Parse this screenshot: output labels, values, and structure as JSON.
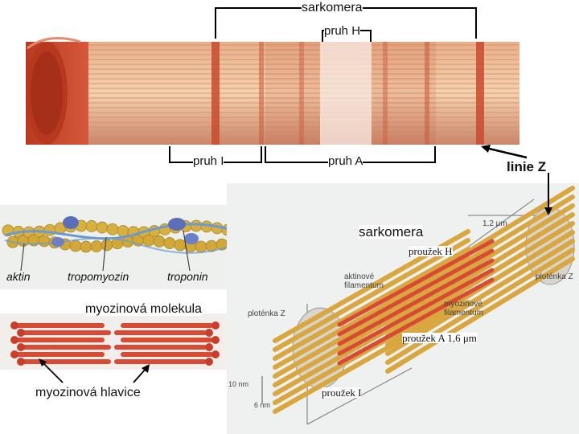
{
  "top_figure": {
    "sarcomere_label": "sarkomera",
    "h_band_label": "pruh H",
    "i_band_label": "pruh I",
    "a_band_label": "pruh A",
    "z_line_label": "linie Z"
  },
  "thin_filament": {
    "actin_label": "aktin",
    "tropomyosin_label": "tropomyozin",
    "troponin_label": "troponin",
    "diameter_value": "6",
    "diameter_unit": "nm"
  },
  "myosin": {
    "molecule_label": "myozinová molekula",
    "head_label": "myozinová hlavice"
  },
  "sarcomere_3d": {
    "sarcomere_label": "sarkomera",
    "h_band_label": "proužek H",
    "a_band_label": "proužek A 1,6 μm",
    "i_band_label": "proužek I",
    "z_disc_left_label": "ploténka Z",
    "z_disc_right_label": "ploténka Z",
    "actin_filament_label_line1": "aktinové",
    "actin_filament_label_line2": "filamentum",
    "myosin_filament_label_line1": "myozinové",
    "myosin_filament_label_line2": "filamentum",
    "length_label": "1,2 μm",
    "dim_10nm_label": "10 nm",
    "dim_6nm_label": "6 nm"
  },
  "colors": {
    "muscle_red": "#c8553a",
    "muscle_pale": "#f2c9a0",
    "thick_filament": "#d94a35",
    "thin_filament": "#d9a640",
    "troponin_blue": "#5a6fb8",
    "actin_gold": "#d8b040"
  }
}
